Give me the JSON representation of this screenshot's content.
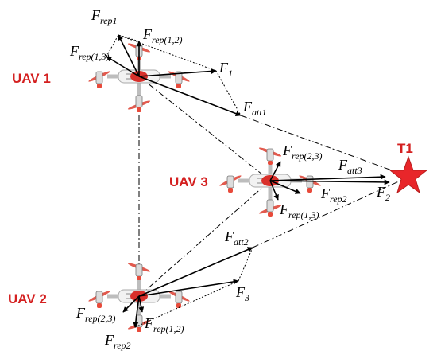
{
  "uavs": {
    "uav1": "UAV 1",
    "uav2": "UAV 2",
    "uav3": "UAV 3"
  },
  "target": "T1",
  "colors": {
    "uav_label": "#d42020",
    "rotor": "#e25a4e",
    "motor_tip": "#e84a3a",
    "body": "#f2f2f2",
    "center_disk": "#d9302b",
    "target": "#e8262a",
    "vector": "#000000"
  },
  "icons": {
    "uav": "quadcopter-icon",
    "target": "star-icon"
  },
  "forces": {
    "uav1": {
      "f_rep1": {
        "main": "F",
        "sub": "rep1"
      },
      "f_rep12": {
        "main": "F",
        "sub": "rep(1,2)"
      },
      "f_rep13": {
        "main": "F",
        "sub": "rep(1,3)"
      },
      "f_1": {
        "main": "F",
        "sub": "1"
      },
      "f_att1": {
        "main": "F",
        "sub": "att1"
      }
    },
    "uav3": {
      "f_rep23": {
        "main": "F",
        "sub": "rep(2,3)"
      },
      "f_att3": {
        "main": "F",
        "sub": "att3"
      },
      "f_rep2": {
        "main": "F",
        "sub": "rep2"
      },
      "f_rep13": {
        "main": "F",
        "sub": "rep(1,3)"
      },
      "f_2": {
        "main": "F",
        "sub": "2"
      }
    },
    "uav2": {
      "f_att2": {
        "main": "F",
        "sub": "att2"
      },
      "f_3": {
        "main": "F",
        "sub": "3"
      },
      "f_rep23": {
        "main": "F",
        "sub": "rep(2,3)"
      },
      "f_rep2": {
        "main": "F",
        "sub": "rep2"
      },
      "f_rep12": {
        "main": "F",
        "sub": "rep(1,2)"
      }
    }
  }
}
